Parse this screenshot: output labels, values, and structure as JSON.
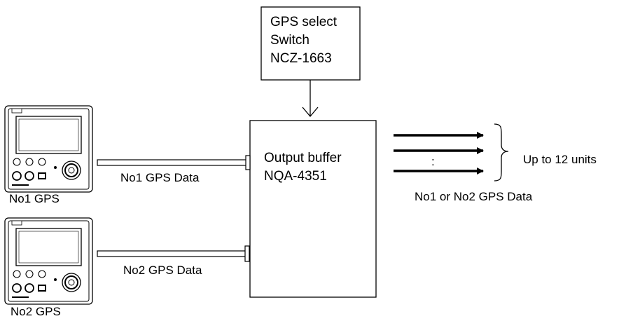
{
  "select_switch": {
    "line1": "GPS select",
    "line2": "Switch",
    "line3": "NCZ-1663"
  },
  "output_buffer": {
    "line1": "Output buffer",
    "line2": "NQA-4351"
  },
  "gps_units": [
    {
      "name": "No1 GPS",
      "data_label": "No1 GPS Data"
    },
    {
      "name": "No2 GPS",
      "data_label": "No2 GPS Data"
    }
  ],
  "outputs": {
    "colon": ":",
    "units_label": "Up to 12 units",
    "data_label": "No1 or No2 GPS Data"
  }
}
